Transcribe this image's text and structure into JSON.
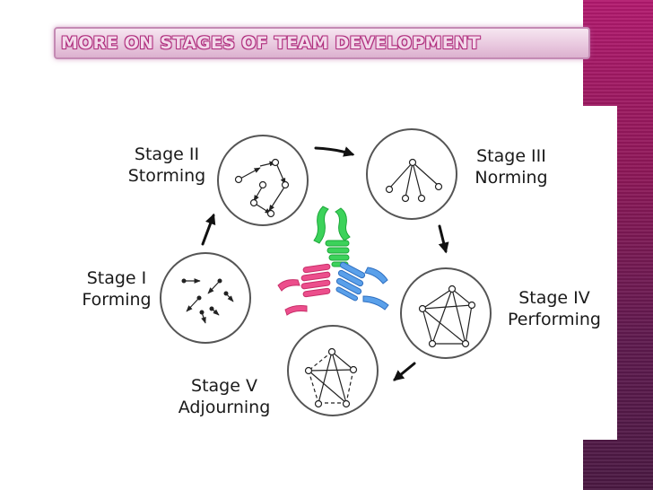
{
  "slide": {
    "title": "More on Stages of Team Development"
  },
  "stages": [
    {
      "id": "forming",
      "stage": "Stage I",
      "name": "Forming"
    },
    {
      "id": "storming",
      "stage": "Stage II",
      "name": "Storming"
    },
    {
      "id": "norming",
      "stage": "Stage III",
      "name": "Norming"
    },
    {
      "id": "performing",
      "stage": "Stage IV",
      "name": "Performing"
    },
    {
      "id": "adjourning",
      "stage": "Stage V",
      "name": "Adjourning"
    }
  ],
  "colors": {
    "accent": "#b0307f",
    "band_top": "#b21a6e",
    "band_bottom": "#4a1842",
    "hands_green": "#22cc44",
    "hands_pink": "#e8407f",
    "hands_blue": "#4a90e2"
  },
  "icons": [
    "arrow-icon",
    "hands-icon"
  ]
}
